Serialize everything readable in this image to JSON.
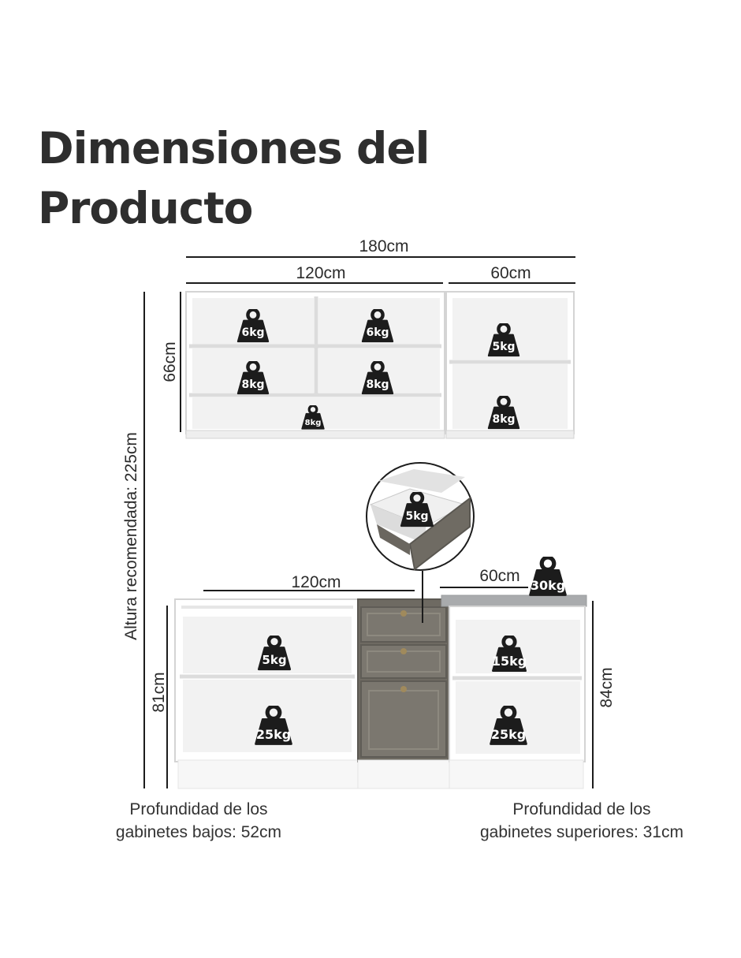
{
  "title": {
    "line1": "Dimensiones del",
    "line2": "Producto"
  },
  "dimensions": {
    "upper_total_width": "180cm",
    "upper_left_width": "120cm",
    "upper_right_width": "60cm",
    "upper_height": "66cm",
    "recommended_height": "Altura recomendada: 225cm",
    "lower_left_width": "120cm",
    "lower_right_width": "60cm",
    "lower_left_height": "81cm",
    "lower_right_height": "84cm"
  },
  "weights": {
    "upper_shelf_1": "6kg",
    "upper_shelf_2": "6kg",
    "upper_shelf_3": "8kg",
    "upper_shelf_4": "8kg",
    "upper_bottom": "8kg",
    "upper_right_top": "5kg",
    "upper_right_bottom": "8kg",
    "drawer_detail": "5kg",
    "countertop": "30kg",
    "lower_left_top": "5kg",
    "lower_left_bottom": "25kg",
    "lower_right_top": "15kg",
    "lower_right_bottom": "25kg"
  },
  "depth": {
    "lower_line1": "Profundidad de los",
    "lower_line2": "gabinetes bajos: 52cm",
    "upper_line1": "Profundidad de los",
    "upper_line2": "gabinetes superiores: 31cm"
  },
  "colors": {
    "cabinet_white": "#ffffff",
    "cabinet_edge": "#d9d9d9",
    "cabinet_interior": "#f3f3f3",
    "door_gray": "#757067",
    "countertop_gray": "#a9abad",
    "weight_icon": "#1c1c1c",
    "knob": "#a08a5c"
  }
}
